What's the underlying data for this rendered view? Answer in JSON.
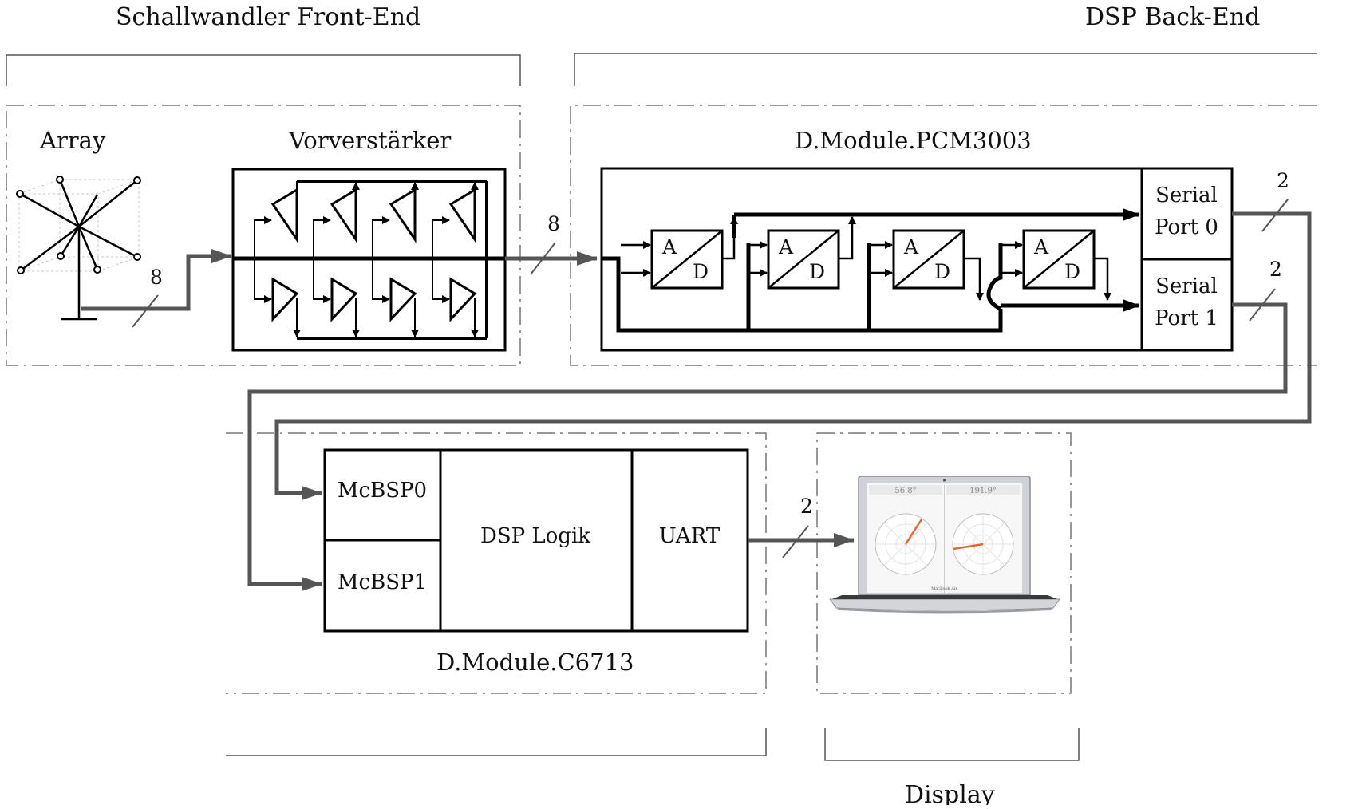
{
  "headings": {
    "front_end": "Schallwandler Front-End",
    "back_end": "DSP Back-End",
    "display": "Display"
  },
  "blocks": {
    "array": "Array",
    "preamp": "Vorverstärker",
    "pcm_module": "D.Module.PCM3003",
    "serial_port_0": [
      "Serial",
      "Port 0"
    ],
    "serial_port_1": [
      "Serial",
      "Port 1"
    ],
    "mcbsp0": "McBSP0",
    "mcbsp1": "McBSP1",
    "dsp_logic": "DSP Logik",
    "uart": "UART",
    "c6713_module": "D.Module.C6713"
  },
  "adc": {
    "a": "A",
    "d": "D"
  },
  "bus_widths": {
    "array_to_preamp": "8",
    "preamp_to_pcm": "8",
    "serial_port_0_out": "2",
    "serial_port_1_out": "2",
    "uart_to_display": "2"
  },
  "laptop": {
    "left_angle": "56.8°",
    "right_angle": "191.9°",
    "brand": "MacBook Air"
  },
  "colors": {
    "line": "#000000",
    "bus": "#555555",
    "dashed_border": "#777777",
    "needle": "#e06a2c"
  }
}
